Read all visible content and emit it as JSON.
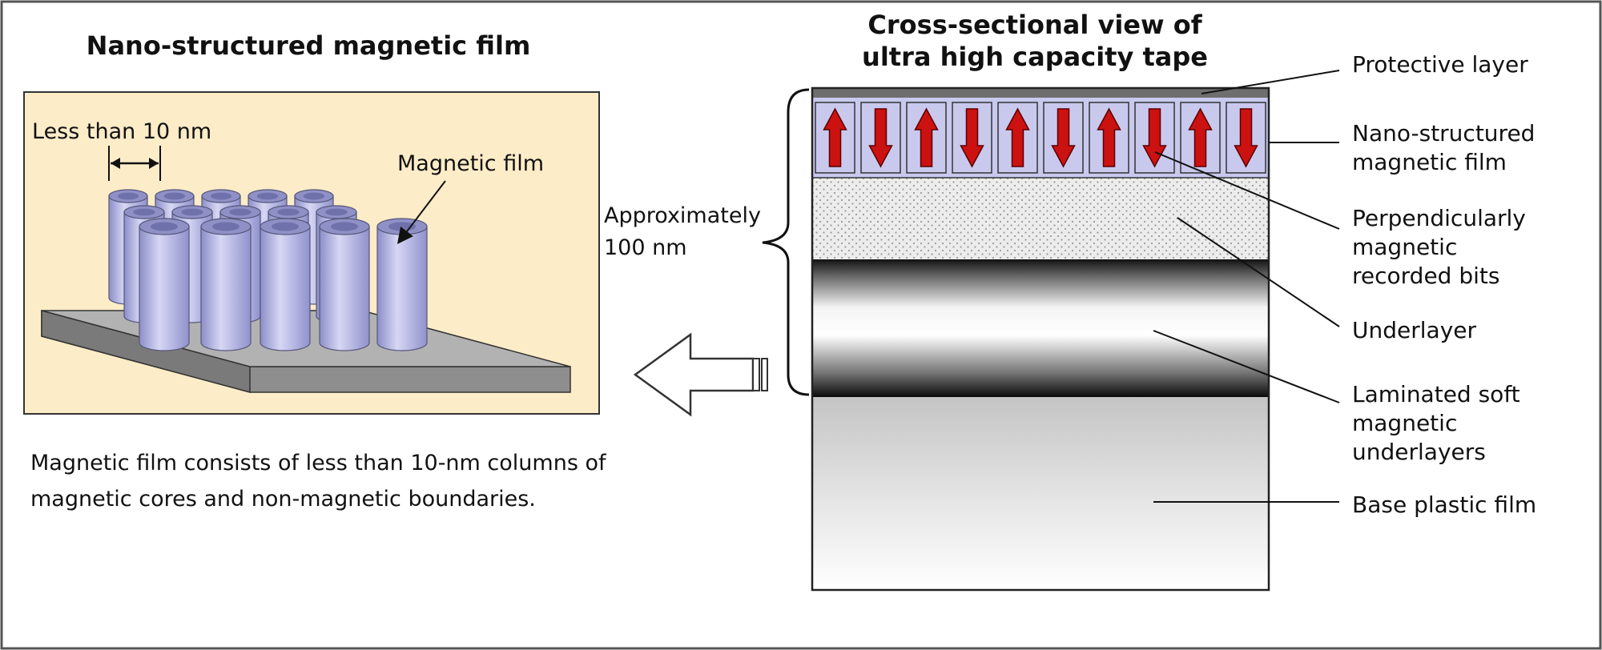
{
  "left_panel": {
    "title": "Nano-structured magnetic film",
    "dimension_label": "Less than 10 nm",
    "magnetic_film_label": "Magnetic film",
    "caption_line1": "Magnetic film consists of less than 10-nm columns of",
    "caption_line2": "magnetic cores and non-magnetic boundaries."
  },
  "right_panel": {
    "title_line1": "Cross-sectional view of",
    "title_line2": "ultra high capacity tape",
    "thickness_label_line1": "Approximately",
    "thickness_label_line2": "100 nm",
    "layer_labels": {
      "protective": "Protective layer",
      "nano_line1": "Nano-structured",
      "nano_line2": "magnetic film",
      "bits_line1": "Perpendicularly",
      "bits_line2": "magnetic",
      "bits_line3": "recorded bits",
      "underlayer": "Underlayer",
      "laminated_line1": "Laminated soft",
      "laminated_line2": "magnetic",
      "laminated_line3": "underlayers",
      "base": "Base plastic film"
    },
    "bit_directions": [
      "up",
      "down",
      "up",
      "down",
      "up",
      "down",
      "up",
      "down",
      "up",
      "down"
    ]
  },
  "colors": {
    "panel_fill": "#fdecc8",
    "column_fill": "#aeb0e0",
    "bit_cell_fill": "#c9c9ee",
    "arrow_red": "#cc1111",
    "substrate_gray": "#a8a8a8"
  }
}
